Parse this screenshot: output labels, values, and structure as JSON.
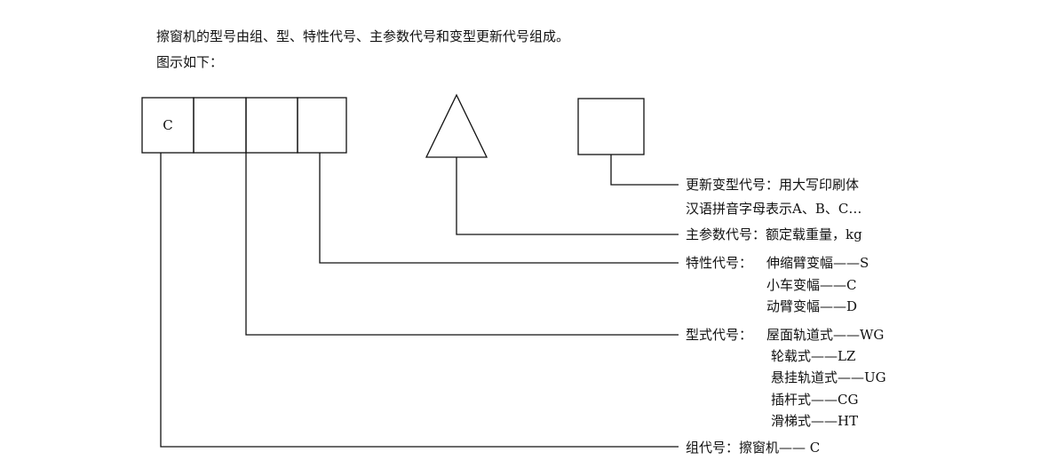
{
  "intro": {
    "line1": "擦窗机的型号由组、型、特性代号、主参数代号和变型更新代号组成。",
    "line2": "图示如下："
  },
  "boxes": {
    "first": "C"
  },
  "labels": {
    "update": "更新变型代号：用大写印刷体",
    "update2": "汉语拼音字母表示A、B、C…",
    "main_param": "主参数代号：额定载重量，kg",
    "feature": {
      "prefix": "特性代号：",
      "items": [
        "伸缩臂变幅——S",
        "小车变幅——C",
        "动臂变幅——D"
      ]
    },
    "type": {
      "prefix": "型式代号：",
      "items": [
        "屋面轨道式——WG",
        "轮载式——LZ",
        "悬挂轨道式——UG",
        "插杆式——CG",
        "滑梯式——HT"
      ]
    },
    "group": "组代号：擦窗机—— C"
  }
}
